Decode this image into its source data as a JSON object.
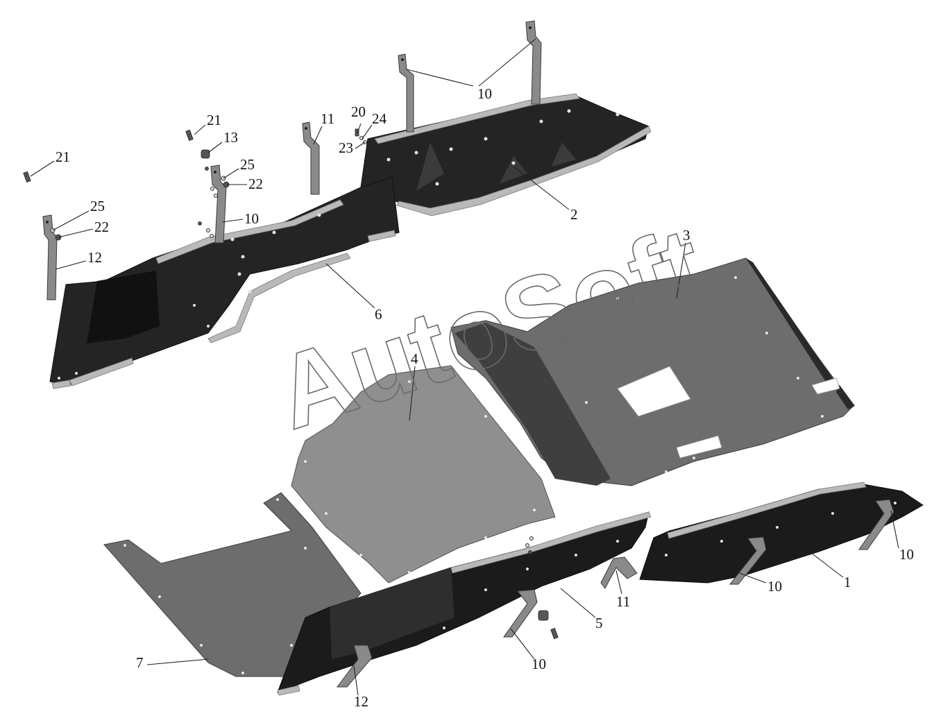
{
  "watermark": "AutoSoft",
  "callouts": [
    {
      "id": "c10-top",
      "label": "10"
    },
    {
      "id": "c21-a",
      "label": "21"
    },
    {
      "id": "c13",
      "label": "13"
    },
    {
      "id": "c11-top",
      "label": "11"
    },
    {
      "id": "c20",
      "label": "20"
    },
    {
      "id": "c24",
      "label": "24"
    },
    {
      "id": "c23",
      "label": "23"
    },
    {
      "id": "c25-a",
      "label": "25"
    },
    {
      "id": "c22-a",
      "label": "22"
    },
    {
      "id": "c21-b",
      "label": "21"
    },
    {
      "id": "c25-b",
      "label": "25"
    },
    {
      "id": "c22-b",
      "label": "22"
    },
    {
      "id": "c10-mid",
      "label": "10"
    },
    {
      "id": "c12-top",
      "label": "12"
    },
    {
      "id": "c2",
      "label": "2"
    },
    {
      "id": "c3",
      "label": "3"
    },
    {
      "id": "c6",
      "label": "6"
    },
    {
      "id": "c4",
      "label": "4"
    },
    {
      "id": "c10-r1",
      "label": "10"
    },
    {
      "id": "c10-r2",
      "label": "10"
    },
    {
      "id": "c1",
      "label": "1"
    },
    {
      "id": "c11-bot",
      "label": "11"
    },
    {
      "id": "c5",
      "label": "5"
    },
    {
      "id": "c7",
      "label": "7"
    },
    {
      "id": "c10-bot",
      "label": "10"
    },
    {
      "id": "c12-bot",
      "label": "12"
    }
  ]
}
